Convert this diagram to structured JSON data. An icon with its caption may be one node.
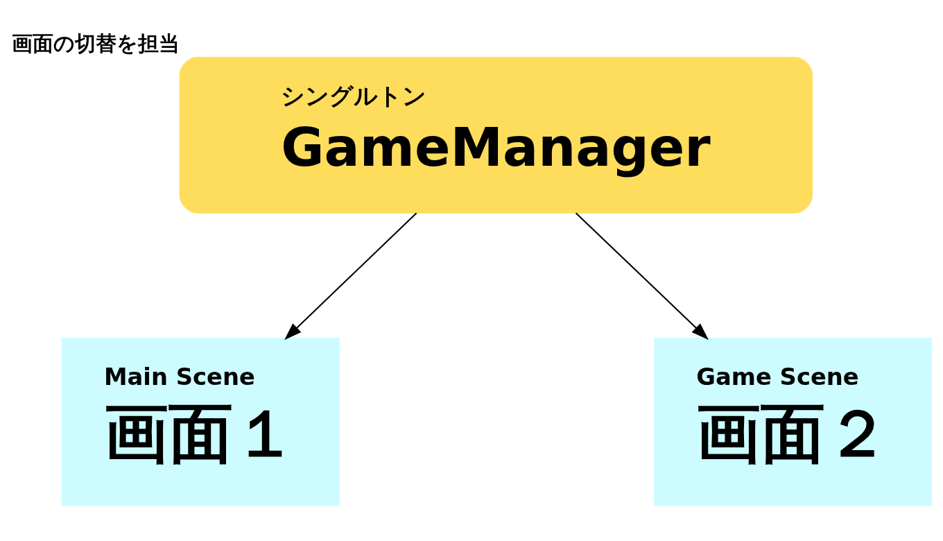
{
  "diagram": {
    "nodes": [
      {
        "text": [
          "シングルトン",
          "GameManager"
        ],
        "beside": [
          "画面の切替を担当"
        ]
      },
      {
        "text": [
          "Main Scene",
          "画面１"
        ]
      },
      {
        "text": [
          "Game Scene",
          "画面２"
        ]
      }
    ],
    "edges": [
      {
        "from": 0,
        "to": 1,
        "arrow": "to"
      },
      {
        "from": 0,
        "to": 2,
        "arrow": "to"
      }
    ]
  }
}
